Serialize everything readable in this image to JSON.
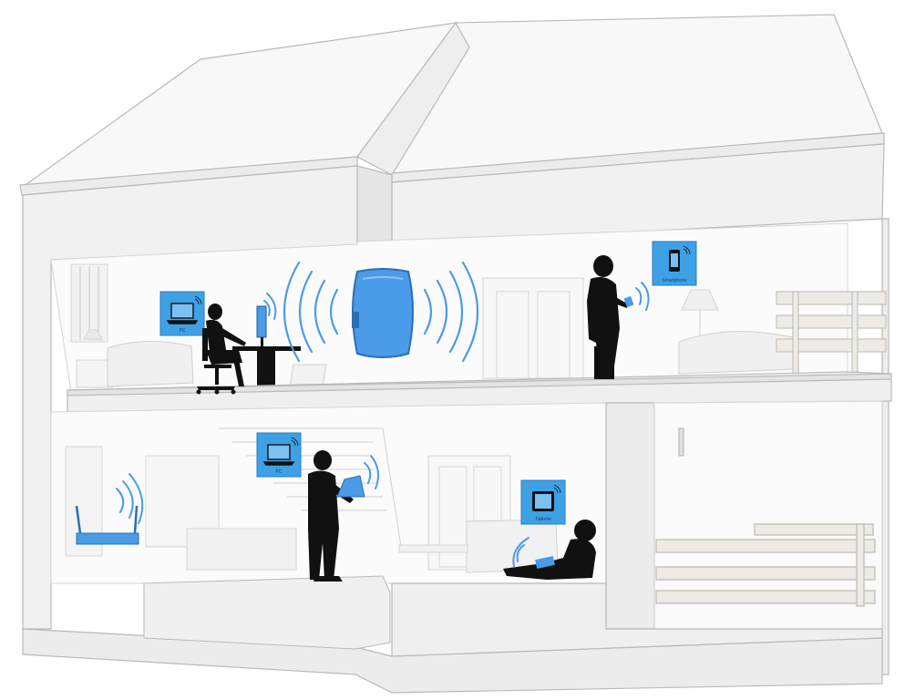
{
  "devices": {
    "pc_upstairs": {
      "label": "PC",
      "icon": "laptop-icon"
    },
    "smartphone": {
      "label": "Smartphone",
      "icon": "smartphone-icon"
    },
    "pc_downstairs": {
      "label": "PC",
      "icon": "laptop-icon"
    },
    "tablet": {
      "label": "Tablette",
      "icon": "tablet-icon"
    }
  },
  "repeater": {
    "icon": "wifi-repeater-icon"
  },
  "router": {
    "icon": "wifi-router-icon"
  },
  "colors": {
    "accent": "#4a9be8",
    "badge": "#3ea1e6",
    "silhouette": "#111111",
    "house_wall": "#f1f1f1",
    "house_stroke": "#b9b9b9"
  }
}
